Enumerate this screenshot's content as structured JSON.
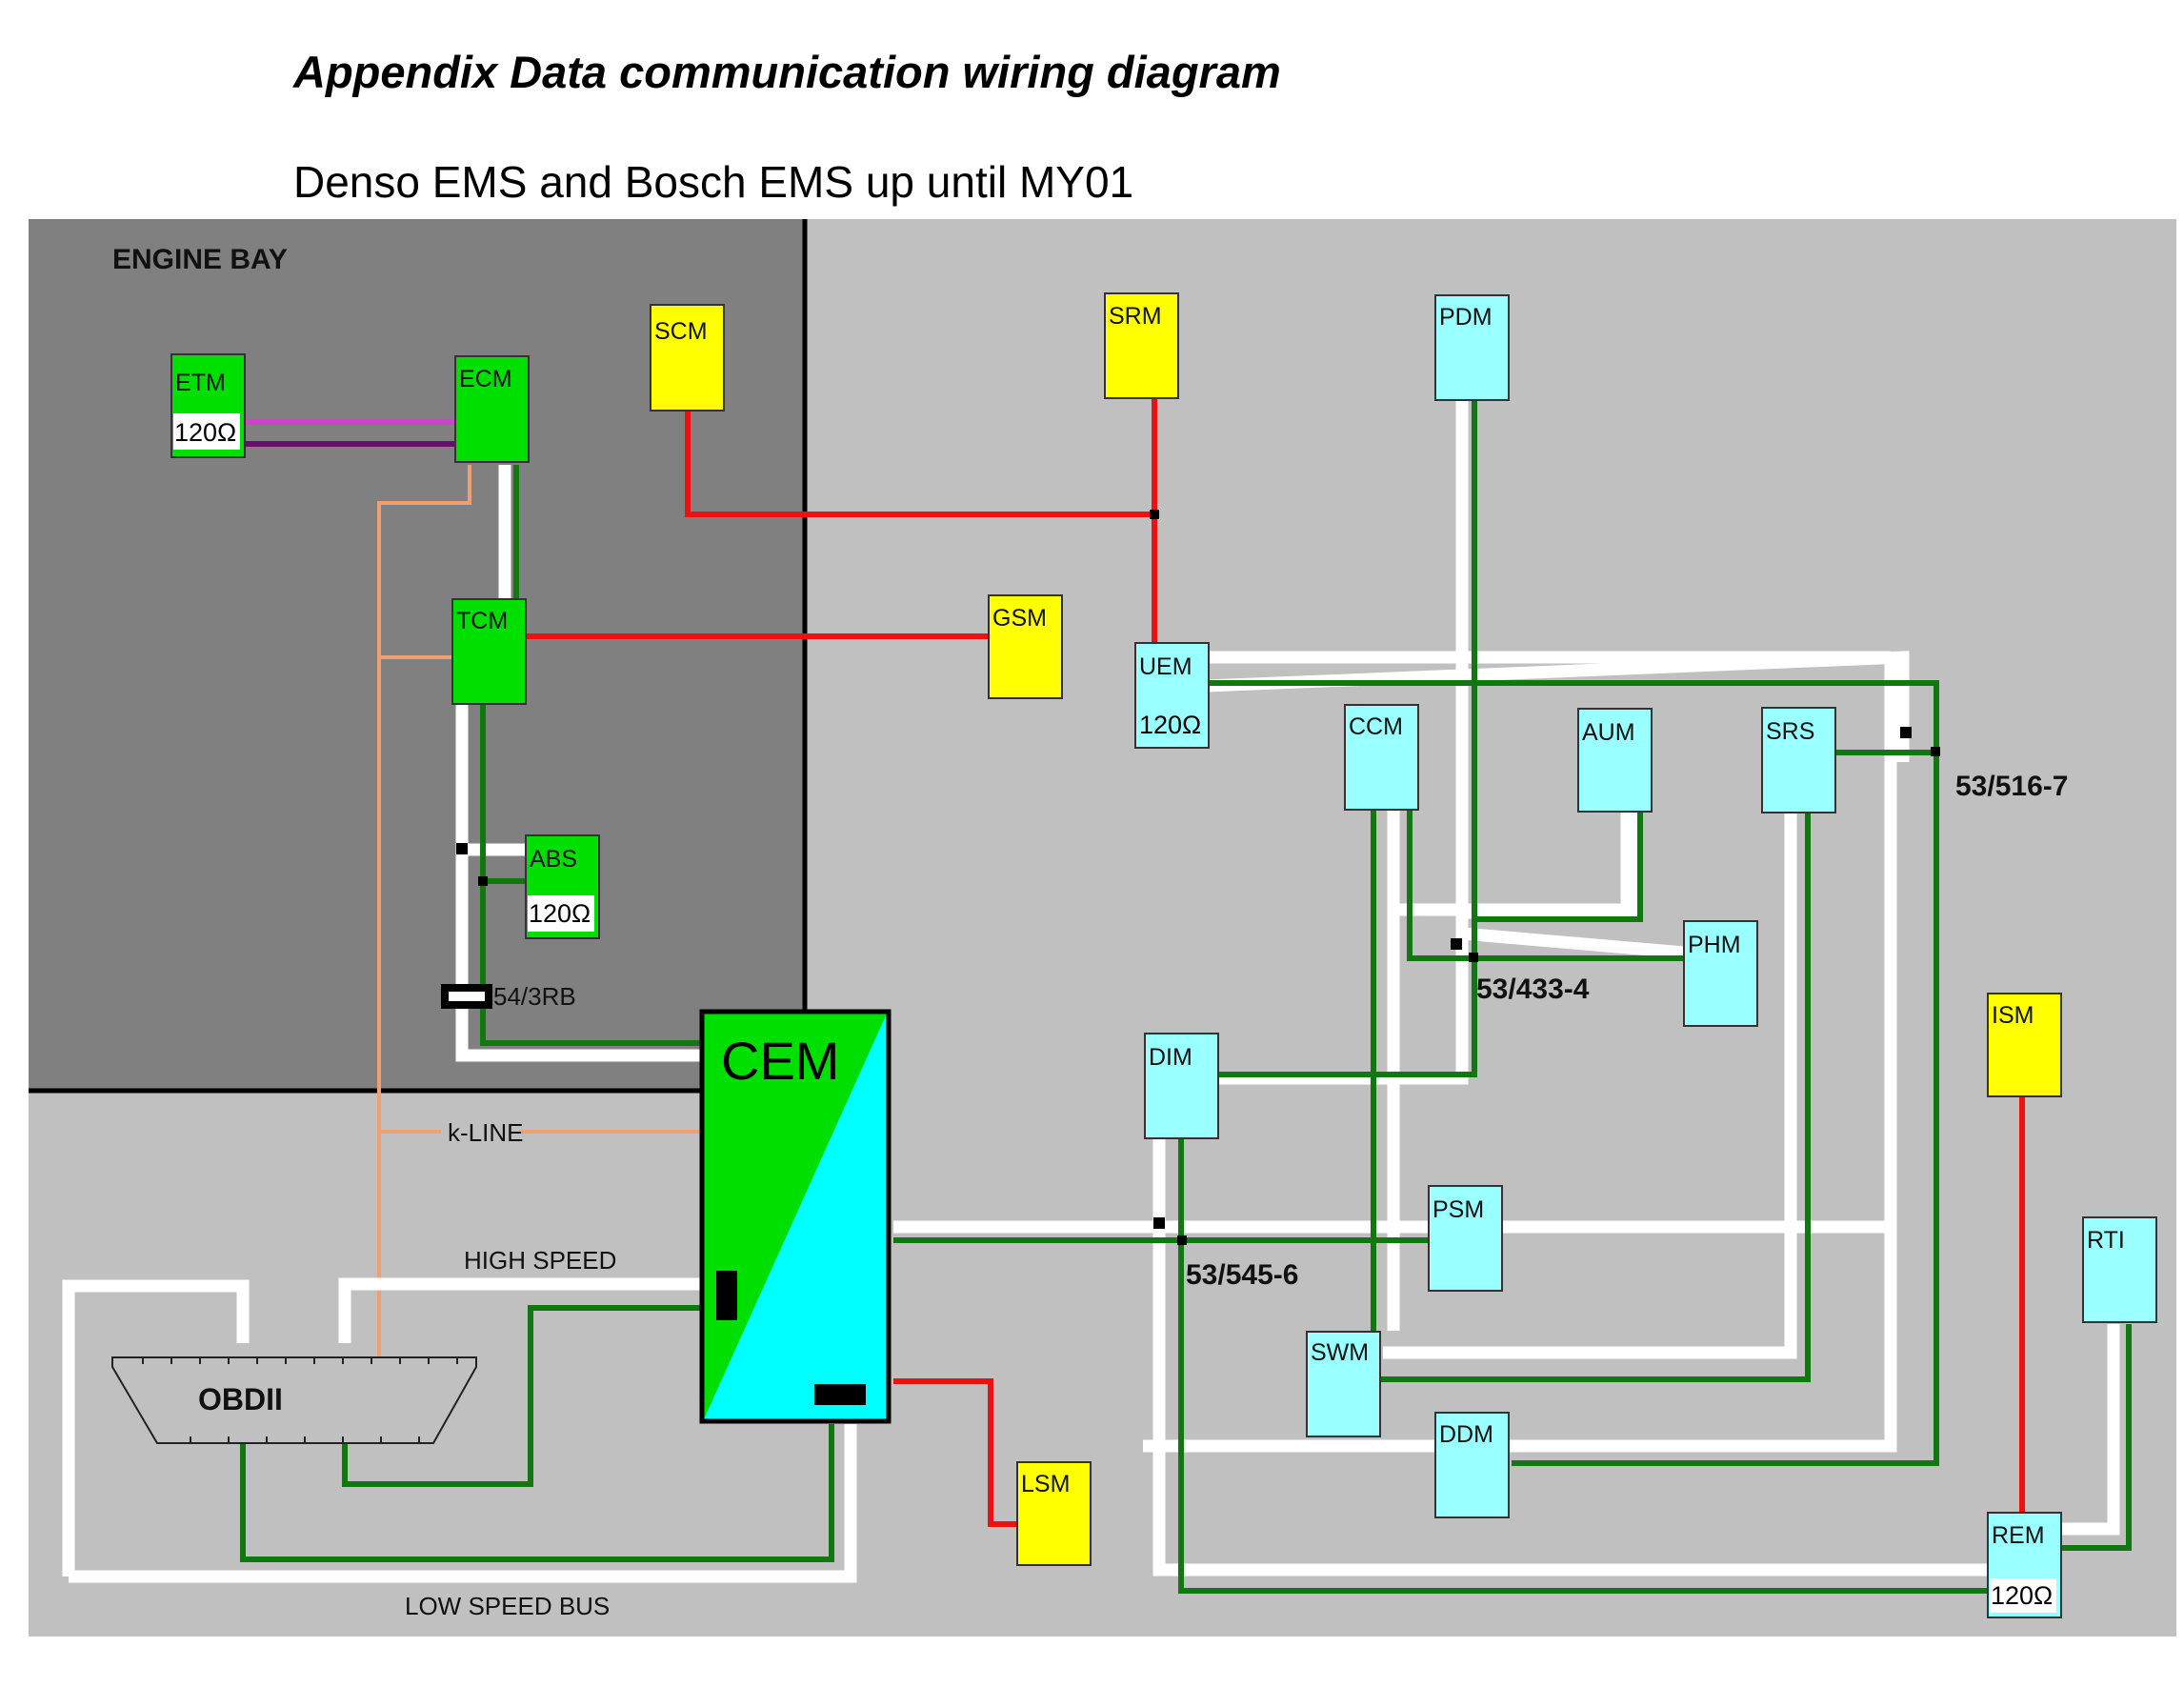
{
  "header": {
    "title": "Appendix Data communication wiring diagram",
    "subtitle": "Denso EMS and Bosch EMS up until MY01"
  },
  "areas": {
    "engine_bay": "ENGINE BAY"
  },
  "modules": {
    "etm": "ETM",
    "ecm": "ECM",
    "scm": "SCM",
    "srm": "SRM",
    "pdm": "PDM",
    "tcm": "TCM",
    "gsm": "GSM",
    "uem": "UEM",
    "ccm": "CCM",
    "aum": "AUM",
    "srs": "SRS",
    "abs": "ABS",
    "phm": "PHM",
    "cem": "CEM",
    "dim": "DIM",
    "ism": "ISM",
    "psm": "PSM",
    "rti": "RTI",
    "swm": "SWM",
    "ddm": "DDM",
    "lsm": "LSM",
    "rem": "REM",
    "obd": "OBDII"
  },
  "terminators": {
    "etm": "120Ω",
    "abs": "120Ω",
    "uem": "120Ω",
    "rem": "120Ω"
  },
  "buses": {
    "k_line": "k-LINE",
    "high_speed": "HIGH SPEED",
    "low_speed": "LOW SPEED BUS"
  },
  "connectors": {
    "c54_3rb": "54/3RB",
    "c53_516_7": "53/516-7",
    "c53_433_4": "53/433-4",
    "c53_545_6": "53/545-6"
  },
  "colors": {
    "engine_bay_bg": "#808080",
    "cabin_bg": "#c0c0c0",
    "module_green": "#00e000",
    "module_yellow": "#ffff00",
    "module_cyan": "#99ffff",
    "cem_cyan": "#00ffff",
    "wire_red": "#ee1111",
    "wire_green": "#117711",
    "wire_white": "#ffffff",
    "wire_orange": "#f0a070",
    "wire_purple_light": "#cc44cc",
    "wire_purple_dark": "#661166"
  }
}
